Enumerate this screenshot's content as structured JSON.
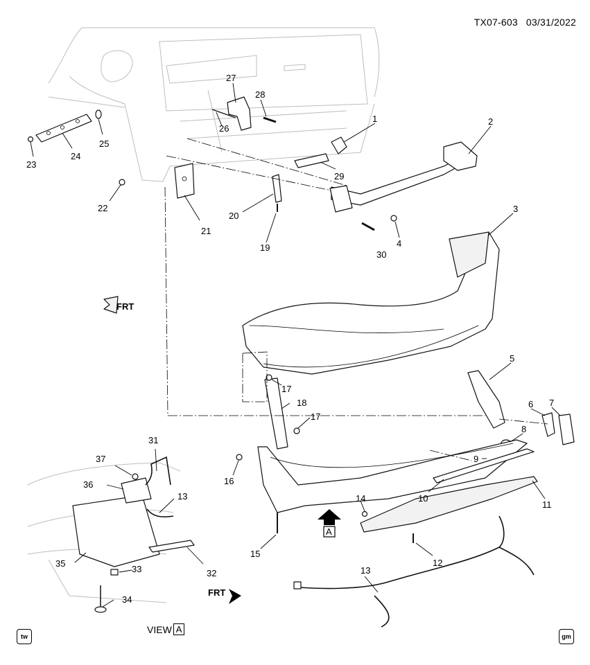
{
  "header": {
    "code": "TX07-603",
    "date": "03/31/2022"
  },
  "badges": {
    "left": "tw",
    "right": "gm"
  },
  "view": {
    "caption": "VIEW",
    "letter": "A"
  },
  "arrow_marker": {
    "letter": "A"
  },
  "direction_labels": {
    "upper": "FRT",
    "lower": "FRT"
  },
  "callouts": {
    "c1": "1",
    "c2": "2",
    "c3": "3",
    "c4": "4",
    "c5": "5",
    "c6": "6",
    "c7": "7",
    "c8": "8",
    "c9": "9",
    "c10": "10",
    "c11": "11",
    "c12": "12",
    "c13a": "13",
    "c13b": "13",
    "c14": "14",
    "c15": "15",
    "c16": "16",
    "c17a": "17",
    "c17b": "17",
    "c18": "18",
    "c19": "19",
    "c20": "20",
    "c21": "21",
    "c22": "22",
    "c23": "23",
    "c24": "24",
    "c25": "25",
    "c26": "26",
    "c27": "27",
    "c28": "28",
    "c29": "29",
    "c30": "30",
    "c31": "31",
    "c32": "32",
    "c33": "33",
    "c34": "34",
    "c35": "35",
    "c36": "36",
    "c37": "37"
  }
}
